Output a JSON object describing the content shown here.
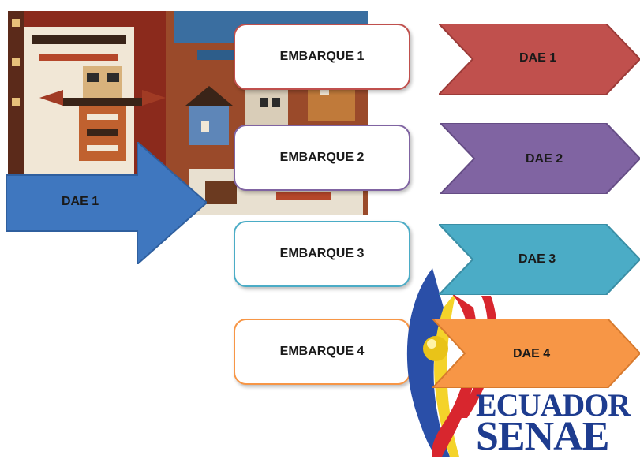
{
  "source": {
    "label": "DAE 1",
    "color": "#3f77bf"
  },
  "embarques": [
    {
      "label": "EMBARQUE 1",
      "border": "#c0504d"
    },
    {
      "label": "EMBARQUE 2",
      "border": "#8064a2"
    },
    {
      "label": "EMBARQUE 3",
      "border": "#4bacc6"
    },
    {
      "label": "EMBARQUE 4",
      "border": "#f79646"
    }
  ],
  "daes": [
    {
      "label": "DAE 1",
      "color": "#c0504d"
    },
    {
      "label": "DAE 2",
      "color": "#8064a2"
    },
    {
      "label": "DAE 3",
      "color": "#4bacc6"
    },
    {
      "label": "DAE 4",
      "color": "#f79646"
    }
  ],
  "logo": {
    "line1": "ECUADOR",
    "line2": "SENAE",
    "color": "#1e3c8f"
  }
}
